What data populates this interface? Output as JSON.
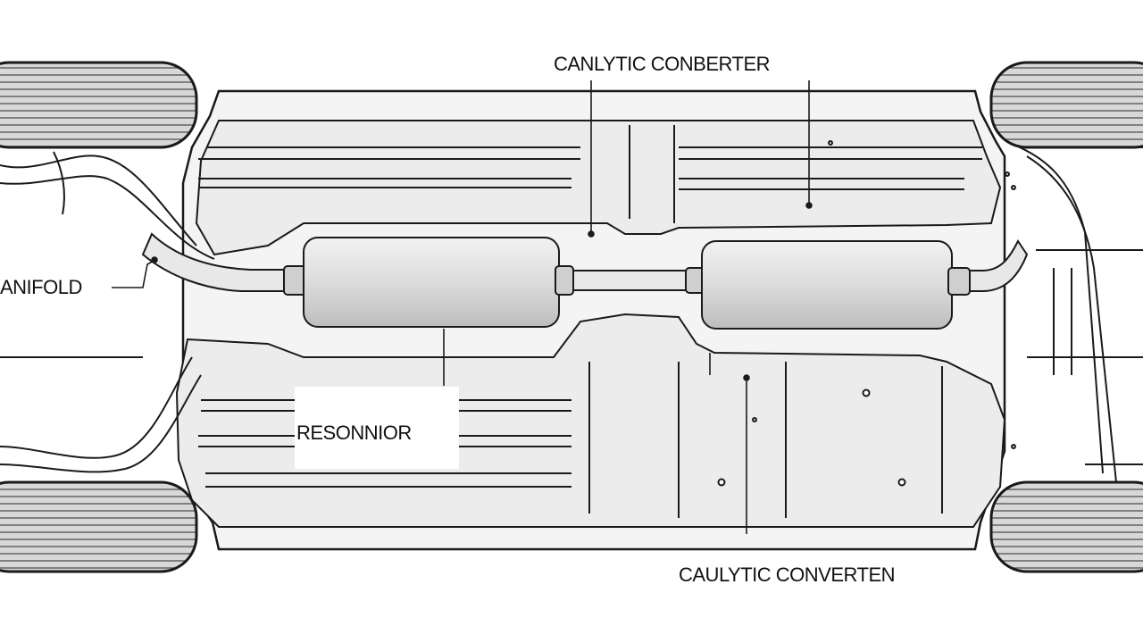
{
  "labels": {
    "top": "CANLYTIC CONBERTER",
    "left": "ANIFOLD",
    "middle": "RESONNIOR",
    "bottom": "CAULYTIC CONVERTEN"
  },
  "colors": {
    "line": "#1a1a1a",
    "panel_light": "#f4f4f4",
    "panel_mid": "#e6e6e6",
    "tire": "#cfcfcf",
    "background": "#ffffff"
  }
}
